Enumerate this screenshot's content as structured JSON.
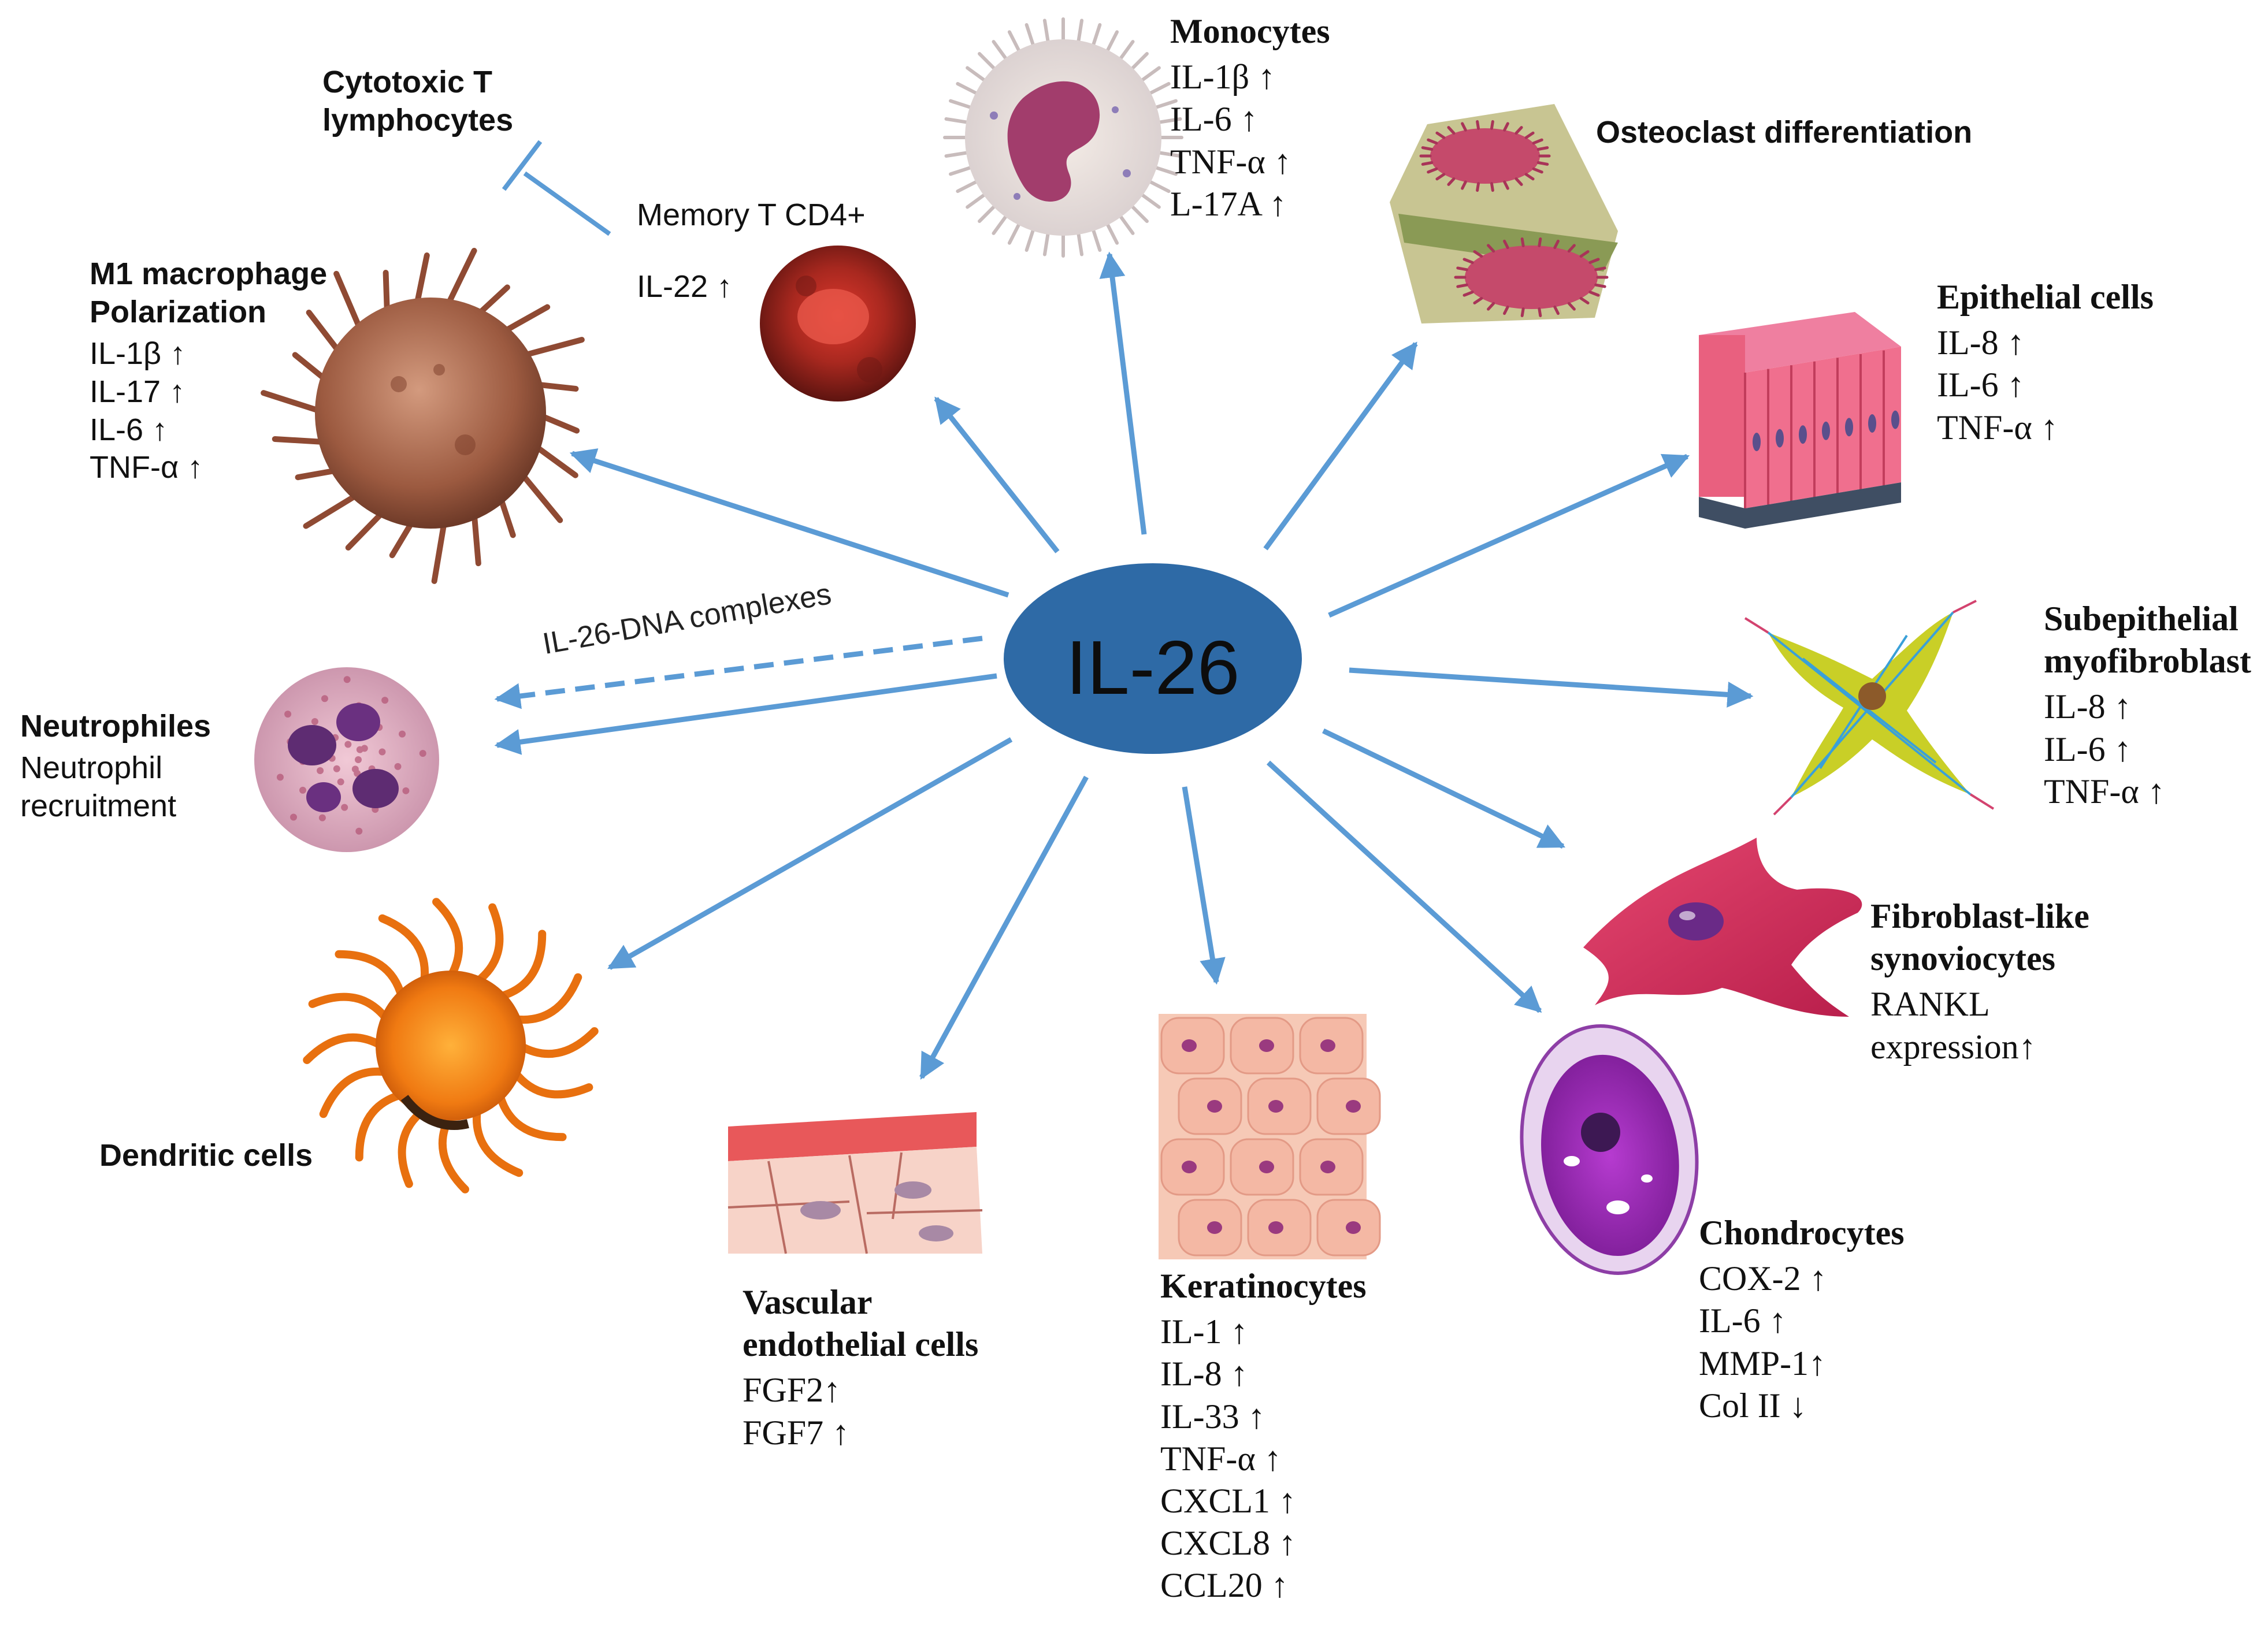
{
  "hub": {
    "label": "IL-26"
  },
  "edge_labels": {
    "dna_complexes": "IL-26-DNA complexes"
  },
  "colors": {
    "arrow": "#5b9bd5",
    "hub_fill": "#2e6aa6",
    "text": "#111111"
  },
  "nodes": {
    "cytotoxic_t": {
      "title": [
        "Cytotoxic T",
        "lymphocytes"
      ],
      "lines": []
    },
    "memory_t": {
      "title": [],
      "lines": [
        "Memory T CD4+",
        "IL-22 ↑"
      ],
      "icon": "memory-t-cell-icon"
    },
    "m1_macrophage": {
      "title": [
        "M1 macrophage",
        "Polarization"
      ],
      "lines": [
        "IL-1β ↑",
        "IL-17 ↑",
        "IL-6 ↑",
        "TNF-α ↑"
      ],
      "icon": "macrophage-cell-icon"
    },
    "monocytes": {
      "title": [
        "Monocytes"
      ],
      "lines": [
        "IL-1β ↑",
        "IL-6 ↑",
        "TNF-α ↑",
        "L-17A ↑"
      ],
      "icon": "monocyte-cell-icon"
    },
    "osteoclast": {
      "title": [
        "Osteoclast  differentiation"
      ],
      "lines": [],
      "icon": "osteoclast-cell-icon"
    },
    "epithelial": {
      "title": [
        "Epithelial cells"
      ],
      "lines": [
        "IL-8 ↑",
        "IL-6 ↑",
        "TNF-α ↑"
      ],
      "icon": "epithelial-tissue-icon"
    },
    "subepithelial": {
      "title": [
        "Subepithelial",
        "myofibroblast"
      ],
      "lines": [
        "IL-8 ↑",
        "IL-6 ↑",
        "TNF-α ↑"
      ],
      "icon": "myofibroblast-cell-icon"
    },
    "neutrophiles": {
      "title": [
        "Neutrophiles"
      ],
      "lines": [
        "Neutrophil",
        "recruitment"
      ],
      "icon": "neutrophil-cell-icon"
    },
    "fibroblast_like": {
      "title": [
        "Fibroblast-like",
        "synoviocytes"
      ],
      "lines": [
        "RANKL",
        "expression↑"
      ],
      "icon": "synoviocyte-cell-icon"
    },
    "dendritic": {
      "title": [
        "Dendritic cells"
      ],
      "lines": [],
      "icon": "dendritic-cell-icon"
    },
    "vascular": {
      "title": [
        "Vascular",
        "endothelial cells"
      ],
      "lines": [
        "FGF2↑",
        "FGF7 ↑"
      ],
      "icon": "endothelial-tissue-icon"
    },
    "keratinocytes": {
      "title": [
        "Keratinocytes"
      ],
      "lines": [
        "IL-1  ↑",
        "IL-8 ↑",
        "IL-33 ↑",
        "TNF-α ↑",
        "CXCL1 ↑",
        "CXCL8 ↑",
        "CCL20 ↑"
      ],
      "icon": "keratinocyte-tissue-icon"
    },
    "chondrocytes": {
      "title": [
        "Chondrocytes"
      ],
      "lines": [
        "COX-2 ↑",
        "IL-6 ↑",
        "MMP-1↑",
        "Col II ↓"
      ],
      "icon": "chondrocyte-cell-icon"
    }
  }
}
